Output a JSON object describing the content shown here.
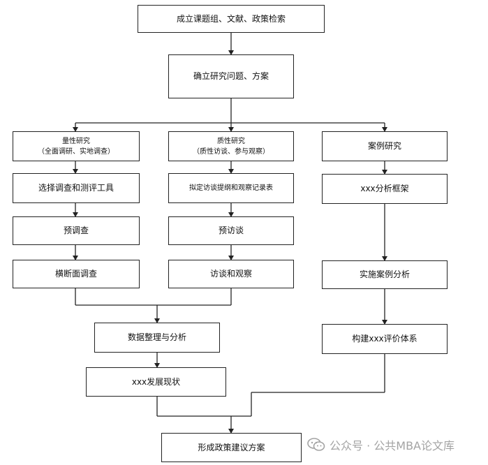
{
  "diagram": {
    "nodes": {
      "n1": "成立课题组、文献、政策检索",
      "n2": "确立研究问题、方案",
      "q_title": "量性研究",
      "q_sub": "（全面调研、实地调查）",
      "q2": "选择调查和测评工具",
      "q3": "预调查",
      "q4": "横断面调查",
      "z_title": "质性研究",
      "z_sub": "（质性访谈、参与观察）",
      "z2": "拟定访谈提纲和观察记录表",
      "z3": "预访谈",
      "z4": "访谈和观察",
      "c1": "案例研究",
      "c2": "xxx分析框架",
      "c3": "实施案例分析",
      "c4": "构建xxx评价体系",
      "m1": "数据整理与分析",
      "m2": "xxx发展现状",
      "final": "形成政策建议方案"
    }
  },
  "watermark": {
    "text": "公众号 · 公共MBA论文库",
    "icon": "wechat-icon"
  },
  "colors": {
    "line": "#222222",
    "watermark": "#9a9a9a"
  }
}
